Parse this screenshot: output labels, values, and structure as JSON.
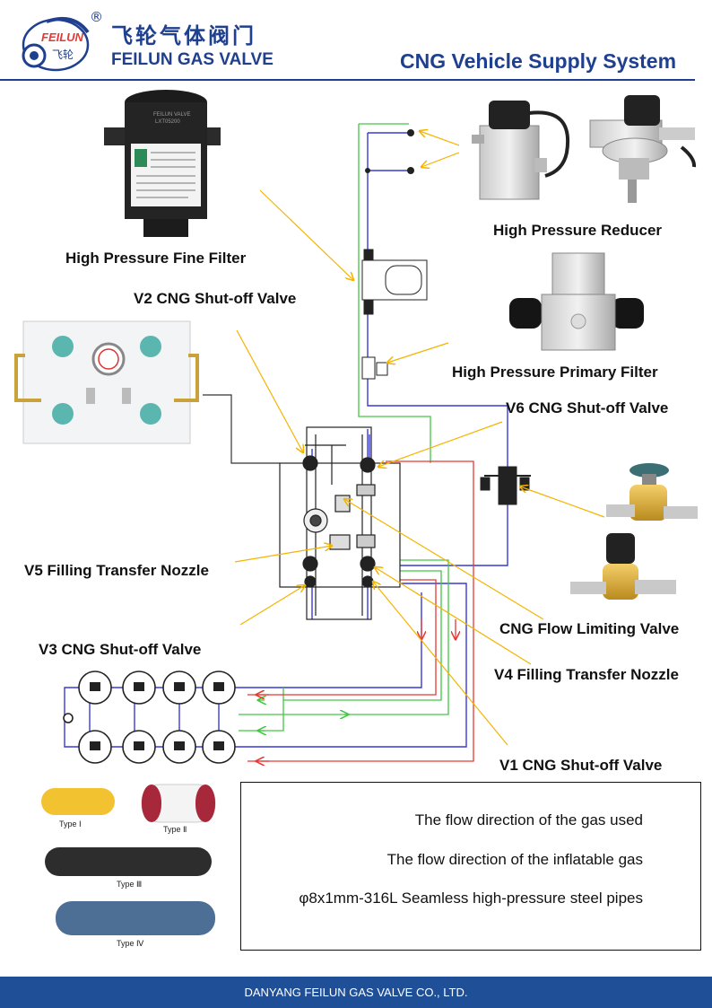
{
  "header": {
    "brand_logo_text": "FEILUN",
    "brand_logo_cn": "飞轮",
    "registered_mark": "®",
    "brand_cn": "飞轮气体阀门",
    "brand_en": "FEILUN GAS VALVE",
    "title": "CNG Vehicle Supply System"
  },
  "labels": {
    "high_pressure_fine_filter": "High Pressure Fine Filter",
    "v2": "V2 CNG Shut-off Valve",
    "high_pressure_reducer": "High Pressure Reducer",
    "high_pressure_primary_filter": "High Pressure Primary Filter",
    "v6": "V6 CNG Shut-off Valve",
    "v5": "V5 Filling Transfer Nozzle",
    "cng_flow_limiting_valve": "CNG Flow Limiting Valve",
    "v3": "V3 CNG Shut-off Valve",
    "v4": "V4 Filling Transfer Nozzle",
    "v1": "V1 CNG Shut-off Valve"
  },
  "filter_print": {
    "brand": "FEILUN VALVE",
    "model": "LXT05200"
  },
  "cylinders": {
    "type1": "Type Ⅰ",
    "type2": "Type Ⅱ",
    "type3": "Type Ⅲ",
    "type4": "Type Ⅳ"
  },
  "legend": {
    "gas_used": "The flow direction of the gas used",
    "inflatable_gas": "The flow direction of the inflatable gas",
    "steel_pipes": "φ8x1mm-316L Seamless high-pressure steel pipes"
  },
  "colors": {
    "gas_used": "#e53935",
    "inflatable_gas": "#43c743",
    "steel_pipes": "#3a3ad6",
    "pointer": "#f4b400",
    "brand": "#1f3f8f",
    "footer": "#1f4f96"
  },
  "footer": {
    "company": "DANYANG FEILUN GAS VALVE CO., LTD."
  }
}
